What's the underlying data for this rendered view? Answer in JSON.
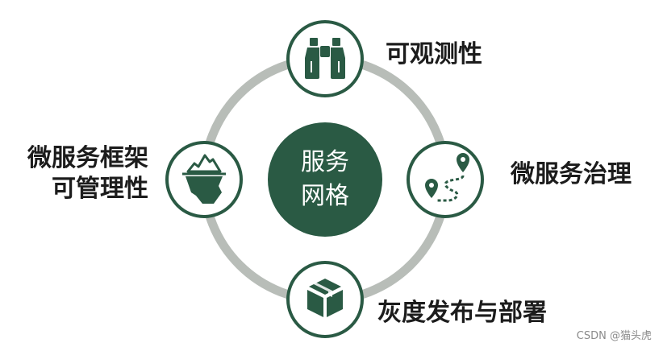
{
  "center": {
    "line1": "服务",
    "line2": "网格"
  },
  "nodes": {
    "top": {
      "label": "可观测性",
      "icon": "binoculars-icon"
    },
    "right": {
      "label": "微服务治理",
      "icon": "route-map-icon"
    },
    "bottom": {
      "label": "灰度发布与部署",
      "icon": "box-icon"
    },
    "left": {
      "line1": "微服务框架",
      "line2": "可管理性",
      "icon": "iceberg-icon"
    }
  },
  "colors": {
    "primary": "#2a5a44",
    "ring": "#b8bdb8",
    "text": "#1c1c1c"
  },
  "watermark": "CSDN @猫头虎"
}
